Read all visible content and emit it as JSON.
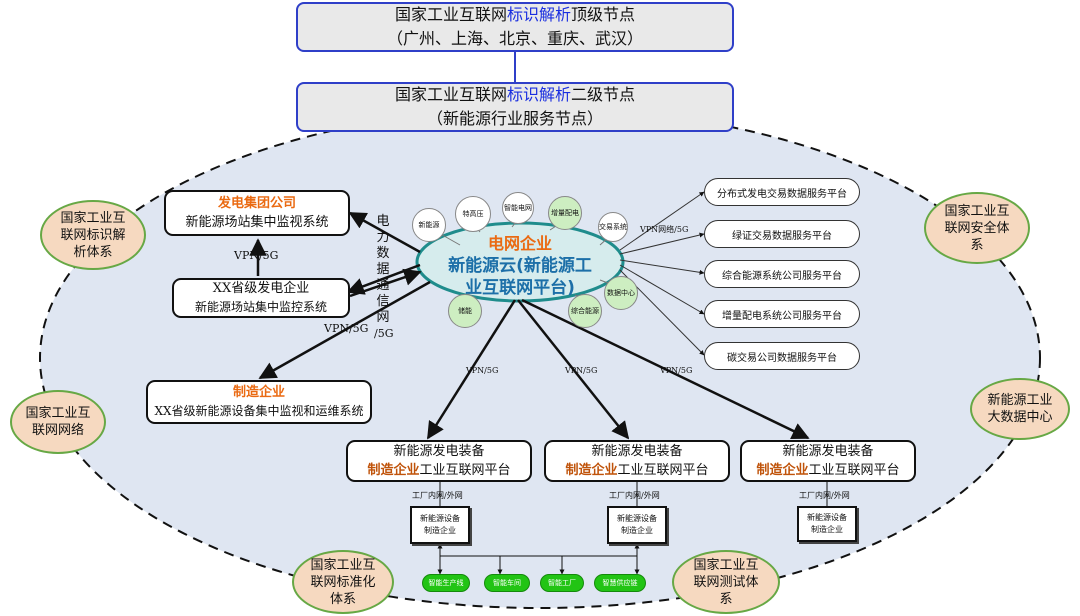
{
  "top_node": {
    "prefix": "国家工业互联网",
    "highlight": "标识解析",
    "suffix": "顶级节点",
    "cities": "（广州、上海、北京、重庆、武汉）"
  },
  "second_node": {
    "prefix": "国家工业互联网",
    "highlight": "标识解析",
    "suffix": "二级节点",
    "sub": "（新能源行业服务节点）"
  },
  "center": {
    "company": "电网企业",
    "line1": "新能源云(新能源工",
    "line2": "业互联网平台)"
  },
  "satellites": [
    "新能源",
    "特高压",
    "智能电网",
    "储能",
    "综合能源",
    "数据中心",
    "交易系统",
    "增量配电"
  ],
  "left_boxes": {
    "gen_group": {
      "title": "发电集团公司",
      "desc": "新能源场站集中监视系统"
    },
    "provincial": {
      "title": "XX省级发电企业",
      "desc": "新能源场站集中监控系统"
    },
    "manufacturer": {
      "title": "制造企业",
      "desc": "XX省级新能源设备集中监视和运维系统"
    }
  },
  "power_net_label": [
    "电",
    "力",
    "数",
    "据",
    "通",
    "信",
    "网",
    "/5G"
  ],
  "link_labels": {
    "vpn_left_upper": "VPN/5G",
    "vpn_left_lower": "VPN/5G",
    "vpn_right": "VPN网络/5G",
    "vpn_down": [
      "VPN/5G",
      "VPN/5G",
      "VPN/5G"
    ]
  },
  "right_services": [
    "分布式发电交易数据服务平台",
    "绿证交易数据服务平台",
    "综合能源系统公司服务平台",
    "增量配电系统公司服务平台",
    "碳交易公司数据服务平台"
  ],
  "platforms": [
    {
      "line1": "新能源发电装备",
      "brand": "制造企业",
      "rest": "工业互联网平台",
      "net": "工厂内网/外网",
      "square": [
        "新能源设备",
        "制造企业"
      ]
    },
    {
      "line1": "新能源发电装备",
      "brand": "制造企业",
      "rest": "工业互联网平台",
      "net": "工厂内网/外网",
      "square": [
        "新能源设备",
        "制造企业"
      ]
    },
    {
      "line1": "新能源发电装备",
      "brand": "制造企业",
      "rest": "工业互联网平台",
      "net": "工厂内网/外网",
      "square": [
        "新能源设备",
        "制造企业"
      ]
    }
  ],
  "green_pills": [
    "智能生产线",
    "智能车间",
    "智能工厂",
    "智慧供应链"
  ],
  "rings": {
    "identity": "国家工业互联网标识解析体系",
    "security": "国家工业互联网安全体系",
    "network": "国家工业互联网网络",
    "bigdata": "新能源工业大数据中心",
    "standard": "国家工业互联网标准化体系",
    "testing": "国家工业互联网测试体系"
  },
  "colors": {
    "ellipse_fill": "#dfe6f2",
    "top_border": "#2f3fc8",
    "center_fill": "#d6eced",
    "center_border": "#1f8c8c",
    "center_text": "#1c6fa8",
    "orange": "#ea6a12",
    "ring_fill": "#f6d9c0",
    "ring_border": "#67a845",
    "green_pill": "#22c414"
  }
}
